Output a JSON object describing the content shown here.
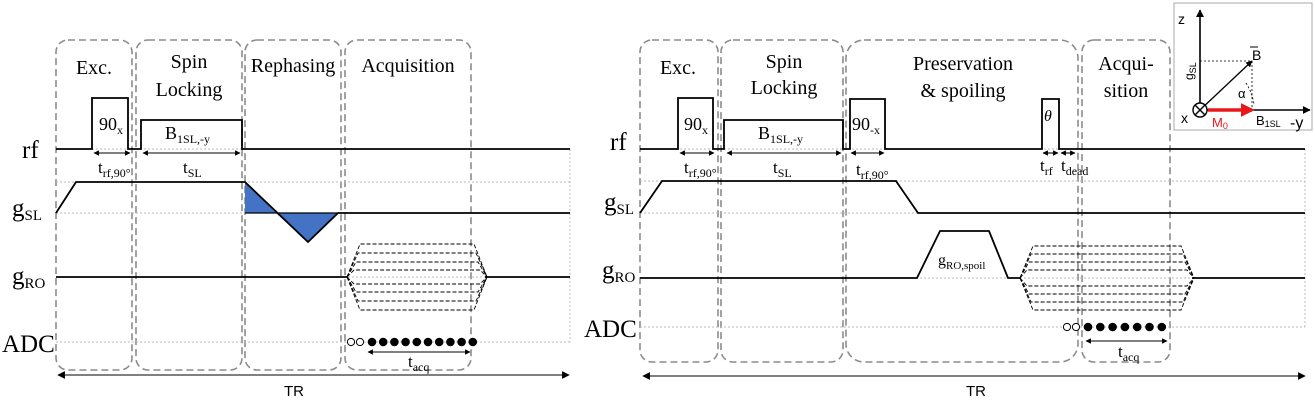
{
  "left": {
    "segments": {
      "exc": "Exc.",
      "spin_1": "Spin",
      "spin_2": "Locking",
      "rephasing": "Rephasing",
      "acquisition": "Acquisition"
    },
    "channels": {
      "rf": "rf",
      "g_sl": "g",
      "g_sl_sub": "SL",
      "g_ro": "g",
      "g_ro_sub": "RO",
      "adc": "ADC"
    },
    "pulse_90": {
      "main": "90",
      "sub": "x"
    },
    "pulse_b1": {
      "main": "B",
      "sub": "1SL,-y"
    },
    "t_rf": {
      "main": "t",
      "sub": "rf,90°"
    },
    "t_sl": {
      "main": "t",
      "sub": "SL"
    },
    "t_acq": {
      "main": "t",
      "sub": "acq"
    },
    "tr": "TR",
    "adc_open": 2,
    "adc_filled": 10
  },
  "right": {
    "segments": {
      "exc": "Exc.",
      "spin_1": "Spin",
      "spin_2": "Locking",
      "pres_1": "Preservation",
      "pres_2": "& spoiling",
      "acq_1": "Acqui-",
      "acq_2": "sition"
    },
    "channels": {
      "rf": "rf",
      "g_sl": "g",
      "g_sl_sub": "SL",
      "g_ro": "g",
      "g_ro_sub": "RO",
      "adc": "ADC"
    },
    "pulse_90": {
      "main": "90",
      "sub": "x"
    },
    "pulse_b1": {
      "main": "B",
      "sub": "1SL,-y"
    },
    "pulse_90m": {
      "main": "90",
      "sub": "-x"
    },
    "pulse_theta": "θ",
    "t_rf": {
      "main": "t",
      "sub": "rf,90°"
    },
    "t_sl": {
      "main": "t",
      "sub": "SL"
    },
    "t_rf2": {
      "main": "t",
      "sub": "rf,90°"
    },
    "t_rf_theta": {
      "main": "t",
      "sub": "rf"
    },
    "t_dead": {
      "main": "t",
      "sub": "dead"
    },
    "g_ro_spoil": {
      "main": "g",
      "sub": "RO,spoil"
    },
    "t_acq": {
      "main": "t",
      "sub": "acq"
    },
    "tr": "TR",
    "adc_open": 2,
    "adc_filled": 7
  },
  "inset": {
    "z": "z",
    "gsl": "g",
    "gsl_sub": "SL",
    "b": "B",
    "alpha": "α",
    "x": "x",
    "m0": "M",
    "m0_sub": "0",
    "b1sl": "B",
    "b1sl_sub": "1SL",
    "minus_y": "-y",
    "colors": {
      "m0": "#e8181a"
    }
  },
  "colors": {
    "fill": "#4472c4",
    "box": "#8c8c8c"
  }
}
